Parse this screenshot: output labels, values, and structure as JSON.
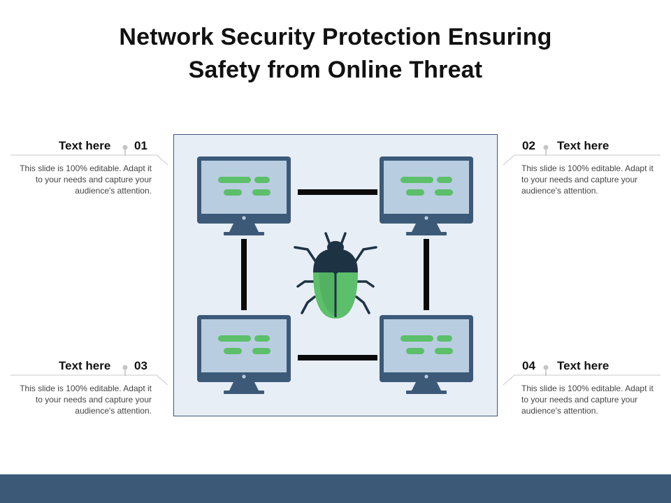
{
  "title": {
    "line1": "Network Security Protection Ensuring",
    "line2": "Safety from Online Threat"
  },
  "items": [
    {
      "number": "01",
      "heading": "Text here",
      "description": "This slide is 100% editable. Adapt it to your needs and capture your audience's attention."
    },
    {
      "number": "02",
      "heading": "Text here",
      "description": "This slide is 100% editable. Adapt it to your needs and capture your audience's attention."
    },
    {
      "number": "03",
      "heading": "Text here",
      "description": "This slide is 100% editable. Adapt it to your needs and capture your audience's attention."
    },
    {
      "number": "04",
      "heading": "Text here",
      "description": "This slide is 100% editable. Adapt it to your needs and capture your audience's attention."
    }
  ],
  "icons": {
    "monitor": "computer-monitor-icon",
    "bug": "bug-icon"
  },
  "colors": {
    "accent_green": "#5cbf6a",
    "monitor_frame": "#3c5a78",
    "screen": "#b9cde0",
    "panel_bg": "#e8eef6",
    "bug_dark": "#1d3344",
    "footer": "#3c5a78"
  }
}
